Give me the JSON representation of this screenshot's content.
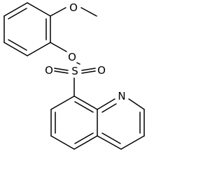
{
  "molecule": {
    "atoms": [
      {
        "id": "o_ether",
        "label": "O"
      },
      {
        "id": "o_ester",
        "label": "O"
      },
      {
        "id": "s",
        "label": "S"
      },
      {
        "id": "o_sulfonyl_left",
        "label": "O"
      },
      {
        "id": "o_sulfonyl_right",
        "label": "O"
      },
      {
        "id": "n",
        "label": "N"
      }
    ],
    "colors": {
      "bond": "#000000",
      "label": "#000000",
      "background": "#ffffff"
    }
  }
}
